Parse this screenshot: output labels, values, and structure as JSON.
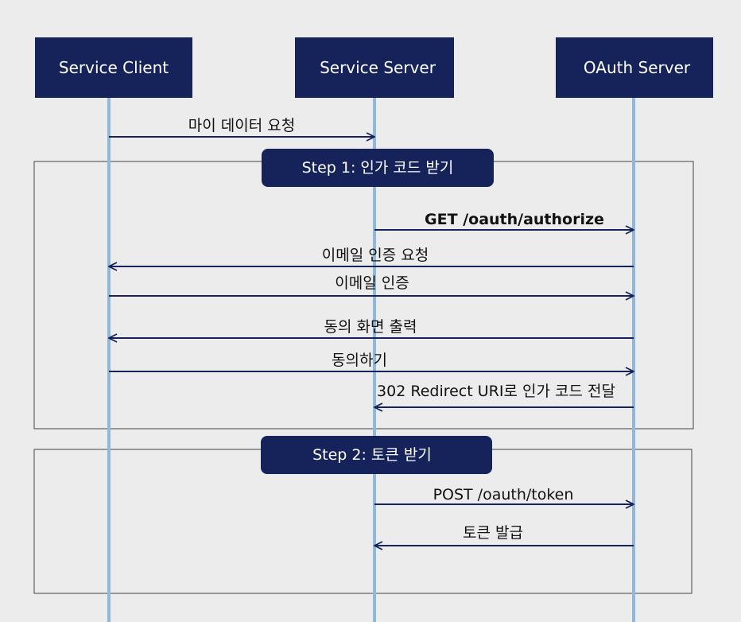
{
  "participants": [
    {
      "id": "client",
      "label": "Service Client"
    },
    {
      "id": "server",
      "label": "Service Server"
    },
    {
      "id": "oauth",
      "label": "OAuth Server"
    }
  ],
  "steps": [
    {
      "label": "Step 1: 인가 코드 받기"
    },
    {
      "label": "Step 2: 토큰 받기"
    }
  ],
  "messages": [
    {
      "from": "client",
      "to": "server",
      "label": "마이 데이터 요청",
      "bold": false
    },
    {
      "from": "server",
      "to": "oauth",
      "label": "GET /oauth/authorize",
      "bold": true
    },
    {
      "from": "oauth",
      "to": "client",
      "label": "이메일 인증 요청",
      "bold": false
    },
    {
      "from": "client",
      "to": "oauth",
      "label": "이메일 인증",
      "bold": false
    },
    {
      "from": "oauth",
      "to": "client",
      "label": "동의 화면 출력",
      "bold": false
    },
    {
      "from": "client",
      "to": "oauth",
      "label": "동의하기",
      "bold": false
    },
    {
      "from": "oauth",
      "to": "server",
      "label": "302 Redirect URI로 인가 코드 전달",
      "bold": false
    },
    {
      "from": "server",
      "to": "oauth",
      "label": "POST /oauth/token",
      "bold": false
    },
    {
      "from": "oauth",
      "to": "server",
      "label": "토큰 발급",
      "bold": false
    }
  ],
  "colors": {
    "header_bg": "#16225a",
    "lifeline": "#8fb8db",
    "arrow": "#16225a",
    "frame": "#444444",
    "text": "#111111"
  }
}
